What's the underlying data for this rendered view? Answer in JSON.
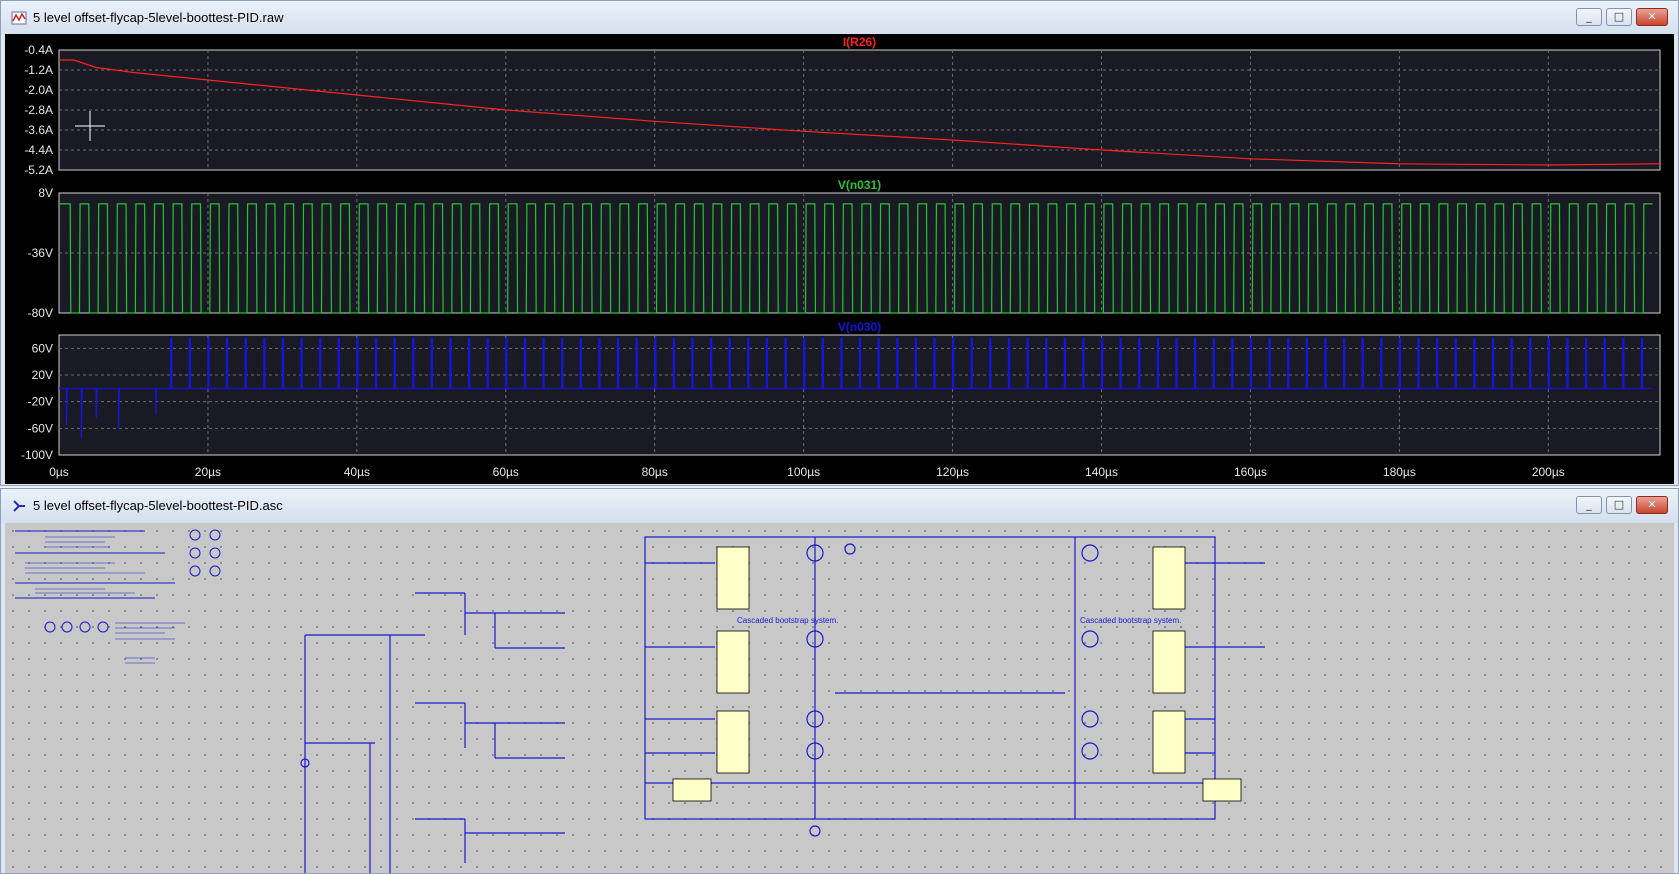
{
  "waveform_window": {
    "title": "5 level offset-flycap-5level-boottest-PID.raw",
    "controls": {
      "minimize": "_",
      "maximize": "□",
      "close": "✕"
    },
    "pane_bg": "#1a1a24",
    "grid_color": "#6e6e6e",
    "panes": [
      {
        "trace": "I(R26)",
        "color": "#ff2020",
        "ticks": [
          "-0.4A",
          "-1.2A",
          "-2.0A",
          "-2.8A",
          "-3.6A",
          "-4.4A",
          "-5.2A"
        ]
      },
      {
        "trace": "V(n031)",
        "color": "#21c733",
        "ticks": [
          "8V",
          "-36V",
          "-80V"
        ]
      },
      {
        "trace": "V(n030)",
        "color": "#1414e6",
        "ticks": [
          "60V",
          "20V",
          "-20V",
          "-60V",
          "-100V"
        ]
      }
    ],
    "x_ticks": [
      "0µs",
      "20µs",
      "40µs",
      "60µs",
      "80µs",
      "100µs",
      "120µs",
      "140µs",
      "160µs",
      "180µs",
      "200µs"
    ]
  },
  "schematic_window": {
    "title": "5 level offset-flycap-5level-boottest-PID.asc",
    "controls": {
      "minimize": "_",
      "maximize": "□",
      "close": "✕"
    },
    "wire_color": "#1a1acc",
    "labels": [
      "Cascaded bootstrap system.",
      "Cascaded bootstrap system."
    ]
  },
  "chart_data": [
    {
      "type": "line",
      "title": "I(R26)",
      "xlabel": "",
      "ylabel": "",
      "x_unit": "µs",
      "xlim": [
        0,
        215
      ],
      "ylim": [
        -5.2,
        -0.4
      ],
      "yticks": [
        -0.4,
        -1.2,
        -2.0,
        -2.8,
        -3.6,
        -4.4,
        -5.2
      ],
      "series": [
        {
          "name": "I(R26)",
          "color": "#ff2020",
          "x": [
            0,
            2,
            5,
            10,
            20,
            40,
            60,
            80,
            100,
            120,
            140,
            160,
            180,
            200,
            215
          ],
          "y": [
            -0.8,
            -0.8,
            -1.1,
            -1.3,
            -1.6,
            -2.2,
            -2.8,
            -3.25,
            -3.65,
            -4.0,
            -4.4,
            -4.75,
            -4.95,
            -5.0,
            -4.95
          ]
        }
      ],
      "grid": true
    },
    {
      "type": "line",
      "title": "V(n031)",
      "xlabel": "",
      "ylabel": "",
      "x_unit": "µs",
      "xlim": [
        0,
        215
      ],
      "ylim": [
        -80,
        8
      ],
      "yticks": [
        8,
        -36,
        -80
      ],
      "series": [
        {
          "name": "V(n031)",
          "color": "#21c733",
          "waveform": "square",
          "high": 0,
          "low": -80,
          "period_us": 2.5,
          "start_us": 1.5,
          "end_us": 214
        }
      ],
      "grid": true
    },
    {
      "type": "line",
      "title": "V(n030)",
      "xlabel": "",
      "ylabel": "",
      "x_unit": "µs",
      "xlim": [
        0,
        215
      ],
      "ylim": [
        -100,
        80
      ],
      "yticks": [
        60,
        20,
        -20,
        -60,
        -100
      ],
      "series": [
        {
          "name": "V(n030)",
          "color": "#1414e6",
          "waveform": "pulse",
          "base": 0,
          "high": 75,
          "period_us": 2.5,
          "start_us": 15,
          "end_us": 214,
          "initial_negative_spikes": [
            [
              1,
              -55
            ],
            [
              3,
              -75
            ],
            [
              5,
              -45
            ],
            [
              8,
              -60
            ],
            [
              13,
              -40
            ]
          ]
        }
      ],
      "grid": true
    }
  ]
}
